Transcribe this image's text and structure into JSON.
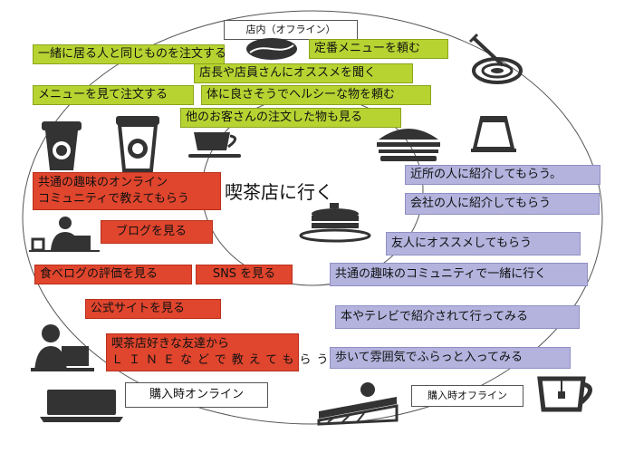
{
  "center": {
    "title": "喫茶店に行く"
  },
  "labels": {
    "store_offline": "店内（オフライン）",
    "purchase_online": "購入時オンライン",
    "purchase_offline": "購入時オフライン"
  },
  "green_items": [
    "一緒に居る人と同じものを注文する",
    "定番メニューを頼む",
    "店長や店員さんにオススメを聞く",
    "メニューを見て注文する",
    "体に良さそうでヘルシーな物を頼む",
    "他のお客さんの注文した物も見る"
  ],
  "red_items": {
    "community_line1": "共通の趣味のオンライン",
    "community_line2": "コミュニティで教えてもらう",
    "blog": "ブログを見る",
    "tabelog": "食べログの評価を見る",
    "sns": "SNS を見る",
    "official_site": "公式サイトを見る",
    "friend_line1": "喫茶店好きな友達から",
    "friend_line2": "ＬＩＮＥなどで教えてもらう"
  },
  "purple_items": [
    "近所の人に紹介してもらう。",
    "会社の人に紹介してもらう",
    "友人にオススメしてもらう",
    "共通の趣味のコミュニティで一緒に行く",
    "本やテレビで紹介されて行ってみる",
    "歩いて雰囲気でふらっと入ってみる"
  ],
  "colors": {
    "green": "#b7d332",
    "red": "#e0452d",
    "purple": "#b3b3de",
    "circle": "#555555",
    "icon": "#333333"
  },
  "icons": [
    "coffee-bean-icon",
    "pasta-fork-icon",
    "takeout-cup-icon",
    "takeout-cup-icon",
    "coffee-cup-icon",
    "burger-icon",
    "pudding-icon",
    "laptop-person-icon",
    "pancake-icon",
    "desk-person-icon",
    "laptop-icon",
    "cake-slice-icon",
    "tea-cup-icon"
  ]
}
